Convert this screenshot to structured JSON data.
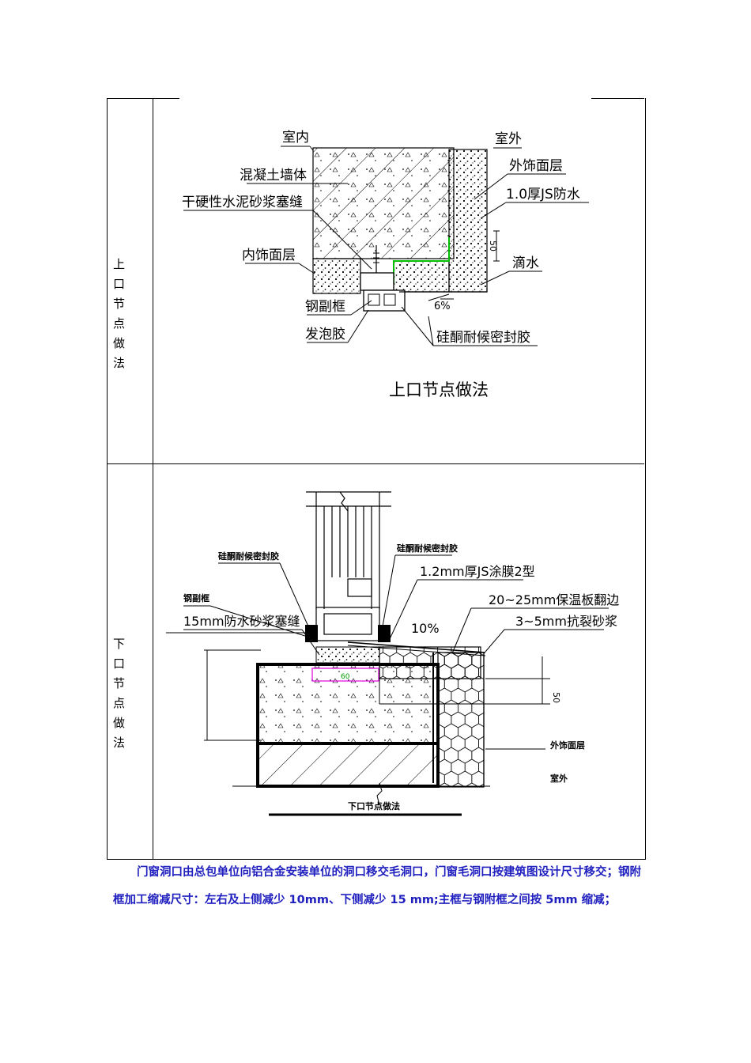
{
  "rows": [
    {
      "label": "上口节点做法",
      "drawing": {
        "title": "上口节点做法",
        "labels": {
          "indoor": "室内",
          "outdoor": "室外",
          "concrete_wall": "混凝土墙体",
          "mortar_fill": "干硬性水泥砂浆塞缝",
          "interior_finish": "内饰面层",
          "steel_frame": "钢副框",
          "foam": "发泡胶",
          "exterior_finish": "外饰面层",
          "js_waterproof": "1.0厚JS防水",
          "drip": "滴水",
          "silicone_sealant": "硅酮耐候密封胶",
          "slope": "6%",
          "dim_50": "50"
        }
      }
    },
    {
      "label": "下口节点做法",
      "drawing": {
        "title": "下口节点做法",
        "labels": {
          "sealant_left": "硅酮耐候密封胶",
          "sealant_right": "硅酮耐候密封胶",
          "js_type2": "1.2mm厚JS涂膜2型",
          "steel_frame": "钢副框",
          "insulation": "20~25mm保温板翻边",
          "waterproof_mortar": "15mm防水砂浆塞缝",
          "crack_mortar": "3~5mm抗裂砂浆",
          "slope": "10%",
          "exterior_finish": "外饰面层",
          "outdoor": "室外",
          "dim_50": "50",
          "dim_60": "60"
        }
      }
    }
  ],
  "note": "门窗洞口由总包单位向铝合金安装单位的洞口移交毛洞口，门窗毛洞口按建筑图设计尺寸移交；钢附框加工缩减尺寸：左右及上侧减少 10mm、下侧减少 15 mm;主框与钢附框之间按 5mm 缩减；",
  "colors": {
    "note_text": "#1f1fbf",
    "waterproof_line": "#00c000",
    "dim_magenta": "#e000e0"
  }
}
